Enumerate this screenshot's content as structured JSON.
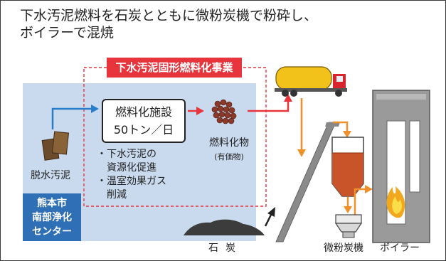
{
  "title": {
    "line1": "下水汚泥燃料を石炭とともに微粉炭機で粉砕し、",
    "line2": "ボイラーで混焼"
  },
  "business": {
    "label": "下水汚泥固形燃料化事業"
  },
  "facility": {
    "name": "燃料化施設",
    "capacity": "50トン／日"
  },
  "effects": {
    "line1": "・下水汚泥の",
    "line2": "　資源化促進",
    "line3": "・温室効果ガス",
    "line4": "　削減"
  },
  "sludge": {
    "label": "脱水汚泥"
  },
  "center": {
    "line1": "熊本市",
    "line2": "南部浄化",
    "line3": "センター"
  },
  "product": {
    "name": "燃料化物",
    "note": "(有価物)"
  },
  "coal": {
    "label": "石炭"
  },
  "mill": {
    "label": "微粉炭機"
  },
  "boiler": {
    "label": "ボイラー"
  },
  "icons": [
    "sludge-cake-icon",
    "fuel-pellets-icon",
    "tank-truck-icon",
    "coal-pile-icon",
    "conveyor-icon",
    "silo-icon",
    "mill-icon",
    "boiler-icon",
    "flame-icon"
  ],
  "colors": {
    "panel_blue": "#c9d9ee",
    "center_blue": "#2f6fb6",
    "accent_red": "#e8343c",
    "accent_orange": "#f0902a",
    "flow_blue": "#2a7ec8",
    "truck_yellow": "#f2c21a"
  }
}
